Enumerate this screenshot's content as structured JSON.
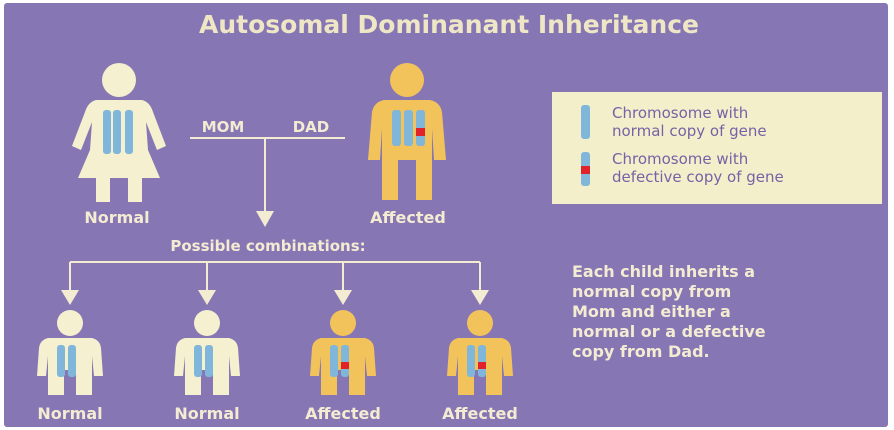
{
  "title": "Autosomal Dominanant Inheritance",
  "colors": {
    "background": "#8676b4",
    "normal_body": "#f5f0cf",
    "affected_body": "#f2c35a",
    "chromosome": "#7fb6da",
    "defect": "#e0222b",
    "legend_bg": "#f4efcb",
    "legend_text": "#7463a6",
    "text_light": "#f3ecd2"
  },
  "parents": {
    "mom_label": "MOM",
    "dad_label": "DAD",
    "mom_status": "Normal",
    "dad_status": "Affected"
  },
  "combinations_label": "Possible combinations:",
  "children": [
    {
      "status": "Normal",
      "affected": false
    },
    {
      "status": "Normal",
      "affected": false
    },
    {
      "status": "Affected",
      "affected": true
    },
    {
      "status": "Affected",
      "affected": true
    }
  ],
  "legend": {
    "normal_line1": "Chromosome with",
    "normal_line2": "normal copy of gene",
    "defective_line1": "Chromosome with",
    "defective_line2": "defective copy of gene"
  },
  "explanation": {
    "line1": "Each child inherits a",
    "line2": "normal copy from",
    "line3": "Mom and either a",
    "line4": "normal or a defective",
    "line5": "copy from Dad."
  }
}
